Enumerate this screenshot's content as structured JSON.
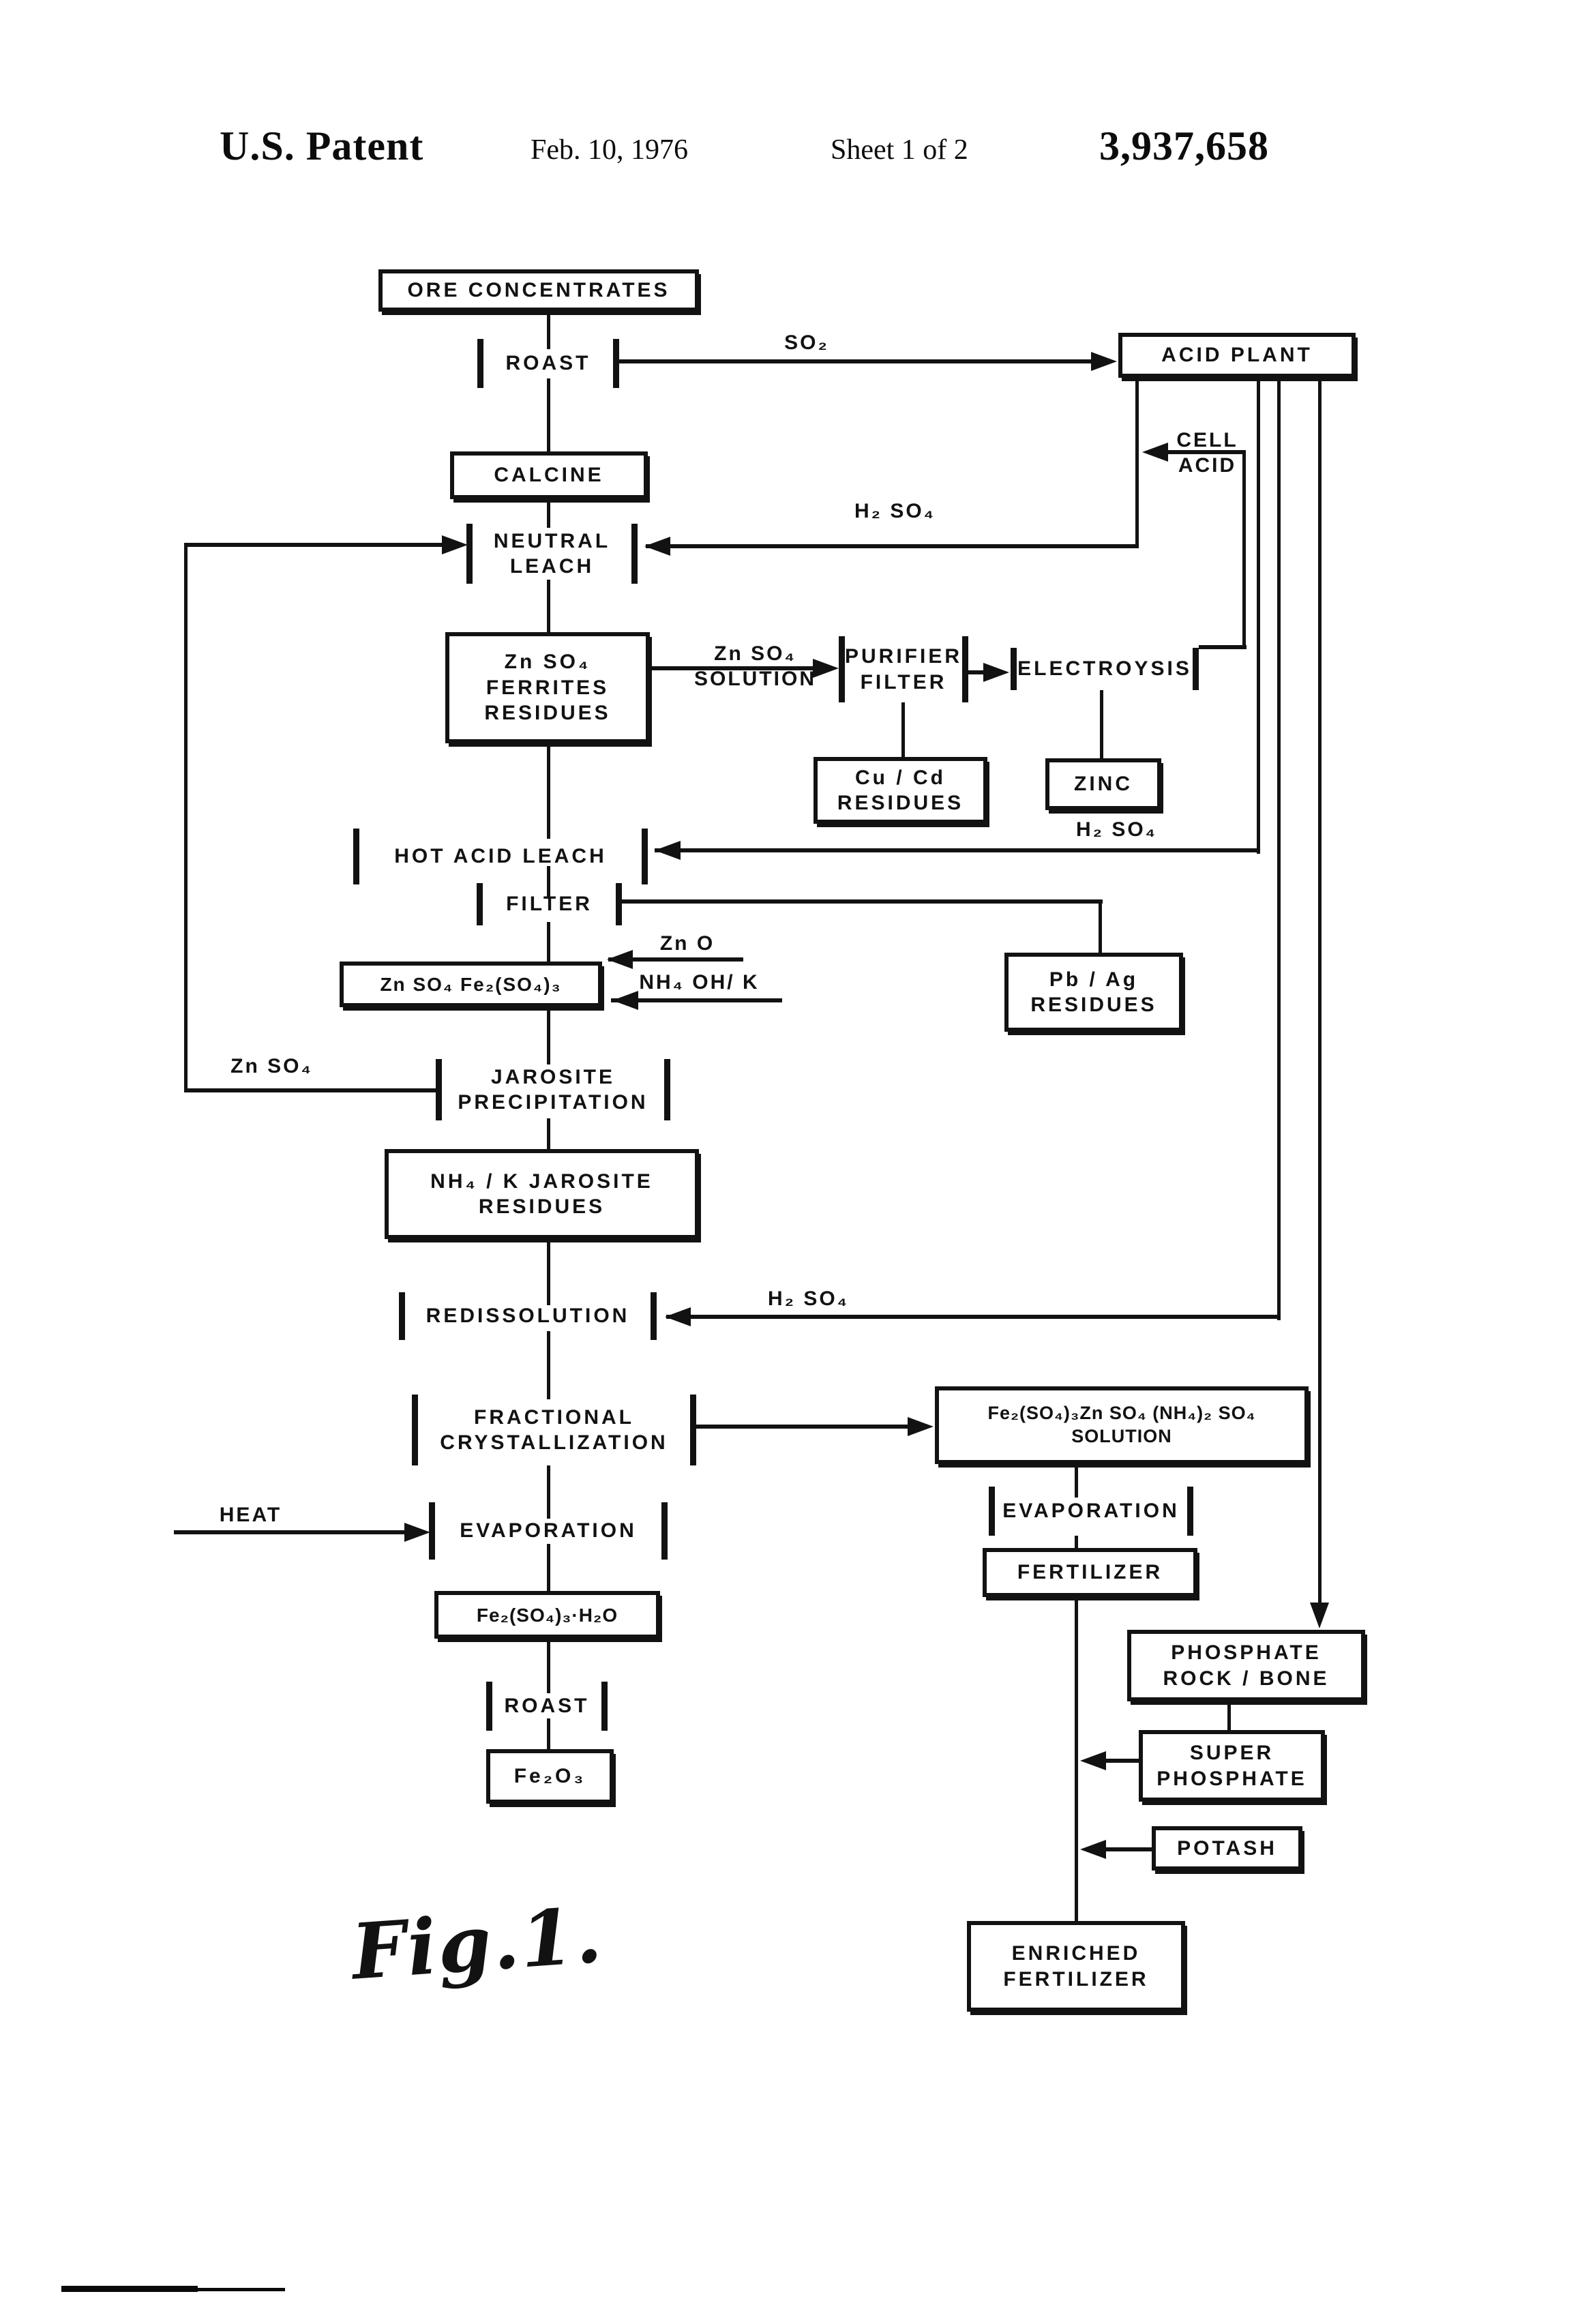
{
  "header": {
    "title": "U.S. Patent",
    "date": "Feb. 10, 1976",
    "sheet": "Sheet 1 of 2",
    "patent_number": "3,937,658"
  },
  "colors": {
    "ink": "#121212",
    "paper": "#ffffff"
  },
  "diagram": {
    "figure_label": "Fig.1.",
    "nodes": {
      "ore_concentrates": {
        "lines": [
          "ORE CONCENTRATES"
        ]
      },
      "acid_plant": {
        "lines": [
          "ACID PLANT"
        ]
      },
      "calcine": {
        "lines": [
          "CALCINE"
        ]
      },
      "znso4_ferrites": {
        "lines": [
          "Zn SO₄",
          "FERRITES",
          "RESIDUES"
        ]
      },
      "cucd_residues": {
        "lines": [
          "Cu / Cd",
          "RESIDUES"
        ]
      },
      "zinc": {
        "lines": [
          "ZINC"
        ]
      },
      "znso4_fe2so43": {
        "lines": [
          "Zn SO₄  Fe₂(SO₄)₃"
        ]
      },
      "pbag_residues": {
        "lines": [
          "Pb / Ag",
          "RESIDUES"
        ]
      },
      "nh4k_jarosite": {
        "lines": [
          "NH₄ / K  JAROSITE",
          "RESIDUES"
        ]
      },
      "solution_box": {
        "lines": [
          "Fe₂(SO₄)₃Zn SO₄ (NH₄)₂ SO₄",
          "SOLUTION"
        ]
      },
      "fertilizer": {
        "lines": [
          "FERTILIZER"
        ]
      },
      "fe2so43_h2o": {
        "lines": [
          "Fe₂(SO₄)₃·H₂O"
        ]
      },
      "phosphate_rock": {
        "lines": [
          "PHOSPHATE",
          "ROCK / BONE"
        ]
      },
      "super_phosphate": {
        "lines": [
          "SUPER",
          "PHOSPHATE"
        ]
      },
      "fe2o3": {
        "lines": [
          "Fe₂O₃"
        ]
      },
      "potash": {
        "lines": [
          "POTASH"
        ]
      },
      "enriched_fertilizer": {
        "lines": [
          "ENRICHED",
          "FERTILIZER"
        ]
      },
      "roast1": {
        "lines": [
          "ROAST"
        ]
      },
      "neutral_leach": {
        "lines": [
          "NEUTRAL",
          "LEACH"
        ]
      },
      "purifier_filter": {
        "lines": [
          "PURIFIER",
          "FILTER"
        ]
      },
      "electroysis": {
        "lines": [
          "ELECTROYSIS"
        ]
      },
      "hot_acid_leach": {
        "lines": [
          "HOT ACID LEACH"
        ]
      },
      "filter_step": {
        "lines": [
          "FILTER"
        ]
      },
      "jarosite_precip": {
        "lines": [
          "JAROSITE",
          "PRECIPITATION"
        ]
      },
      "redissolution": {
        "lines": [
          "REDISSOLUTION"
        ]
      },
      "fractional_cryst": {
        "lines": [
          "FRACTIONAL",
          "CRYSTALLIZATION"
        ]
      },
      "evaporation_left": {
        "lines": [
          "EVAPORATION"
        ]
      },
      "evaporation_right": {
        "lines": [
          "EVAPORATION"
        ]
      },
      "roast2": {
        "lines": [
          "ROAST"
        ]
      },
      "so2": {
        "lines": [
          "SO₂"
        ]
      },
      "cell_acid": {
        "lines": [
          "CELL",
          "ACID"
        ]
      },
      "h2so4_neutral": {
        "lines": [
          "H₂ SO₄"
        ]
      },
      "znso4_solution": {
        "lines": [
          "Zn SO₄",
          "SOLUTION"
        ]
      },
      "h2so4_hot": {
        "lines": [
          "H₂ SO₄"
        ]
      },
      "zno": {
        "lines": [
          "Zn O"
        ]
      },
      "nh4ohk": {
        "lines": [
          "NH₄ OH/ K"
        ]
      },
      "znso4_recycle": {
        "lines": [
          "Zn SO₄"
        ]
      },
      "h2so4_redis": {
        "lines": [
          "H₂ SO₄"
        ]
      },
      "heat": {
        "lines": [
          "HEAT"
        ]
      },
      "fig1": {
        "lines": [
          "Fig.1."
        ]
      }
    }
  }
}
